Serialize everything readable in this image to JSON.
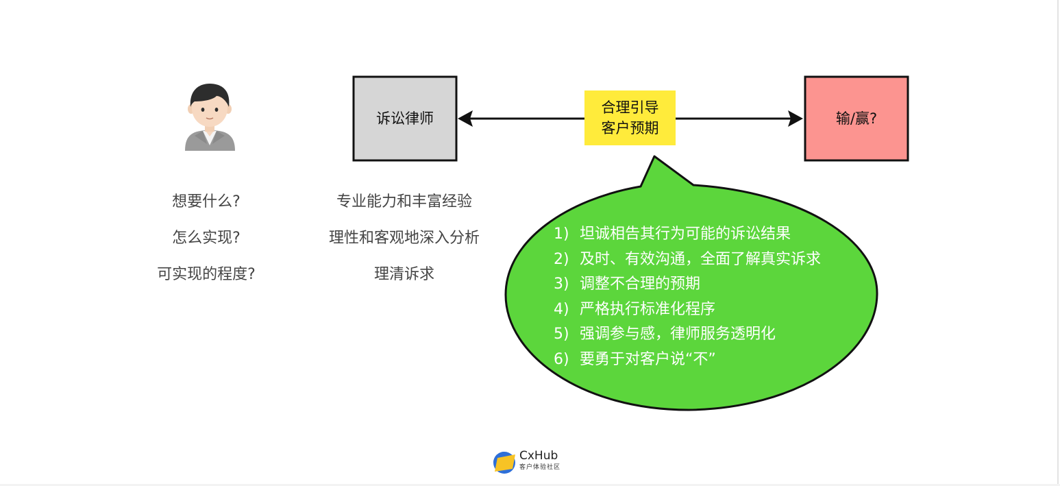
{
  "colors": {
    "lawyer_box": "#d6d6d6",
    "outcome_box": "#fc9490",
    "guide_label": "#ffeb3b",
    "bubble": "#5cd63c",
    "outline": "#111111"
  },
  "person": {
    "icon": "person-emoji-icon"
  },
  "nodes": {
    "lawyer": "诉讼律师",
    "outcome": "输/赢?"
  },
  "connector": {
    "label_line1": "合理引导",
    "label_line2": "客户预期"
  },
  "questions": [
    "想要什么?",
    "怎么实现?",
    "可实现的程度?"
  ],
  "lawyer_qualities": [
    "专业能力和丰富经验",
    "理性和客观地深入分析",
    "理清诉求"
  ],
  "bubble": {
    "items": [
      {
        "num": "1)",
        "text": "坦诚相告其行为可能的诉讼结果"
      },
      {
        "num": "2)",
        "text": "及时、有效沟通，全面了解真实诉求"
      },
      {
        "num": "3)",
        "text": "调整不合理的预期"
      },
      {
        "num": "4)",
        "text": "严格执行标准化程序"
      },
      {
        "num": "5)",
        "text": "强调参与感，律师服务透明化"
      },
      {
        "num": "6)",
        "text": "要勇于对客户说“不”"
      }
    ]
  },
  "logo": {
    "name": "CxHub",
    "tagline": "客户体验社区"
  }
}
